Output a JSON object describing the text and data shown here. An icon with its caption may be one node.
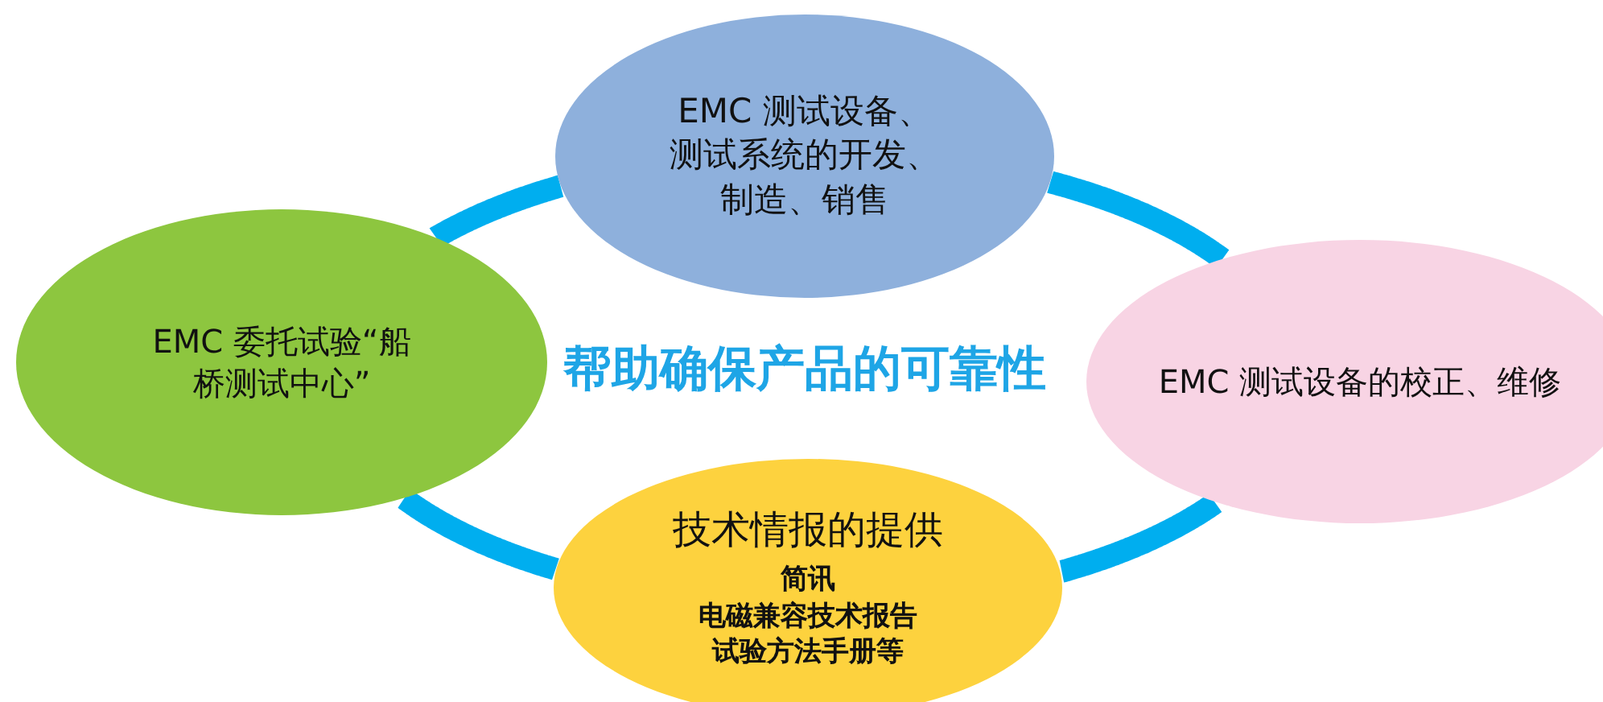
{
  "diagram": {
    "nodes": [
      {
        "text": [
          "EMC 测试设备、测试系统的开发、制造、销售"
        ]
      },
      {
        "text": [
          "EMC 委托试验“船桥测试中心”"
        ]
      },
      {
        "text": [
          "EMC 测试设备的校正、维修"
        ]
      },
      {
        "text": [
          "技术情报的提供",
          "简讯",
          "电磁兼容技术报告",
          "试验方法手册等"
        ]
      }
    ],
    "edges": [
      {
        "from": 0,
        "to": 2,
        "arrow": "none"
      },
      {
        "from": 2,
        "to": 3,
        "arrow": "none"
      },
      {
        "from": 3,
        "to": 1,
        "arrow": "none"
      },
      {
        "from": 1,
        "to": 0,
        "arrow": "none"
      }
    ],
    "labels": [
      "帮助确保产品的可靠性"
    ]
  }
}
